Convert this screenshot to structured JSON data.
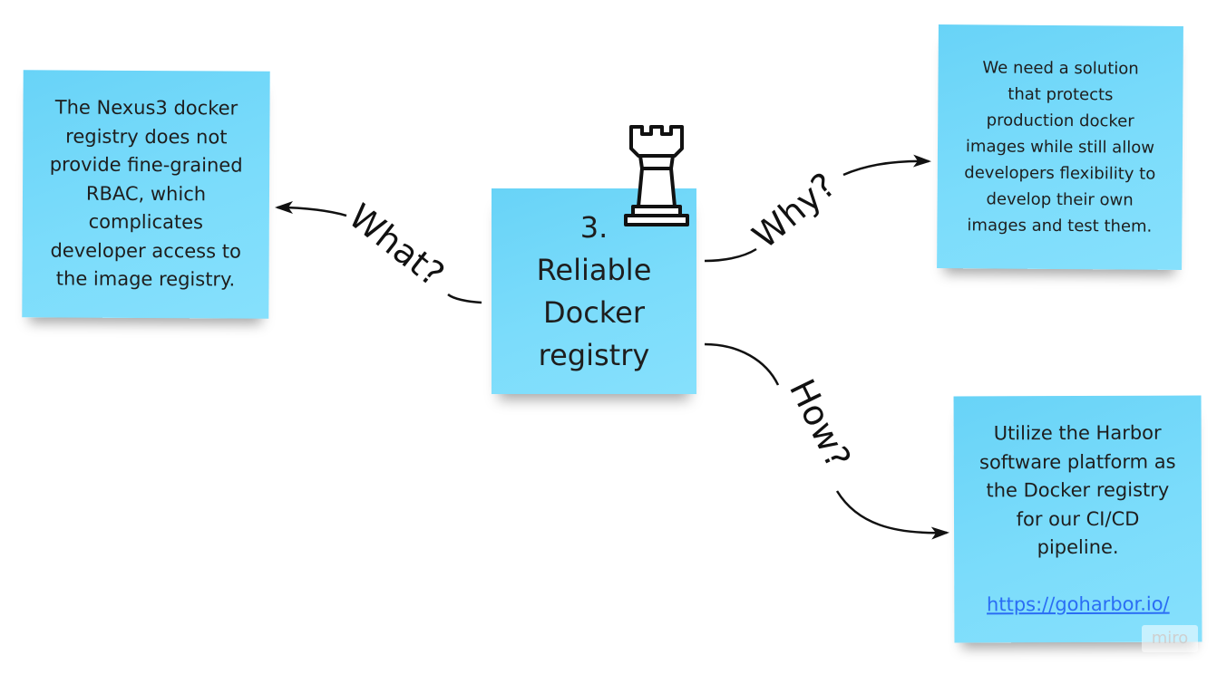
{
  "notes": {
    "left": "The Nexus3 docker\nregistry does not\nprovide fine-grained\nRBAC, which\ncomplicates\ndeveloper access to\nthe image registry.",
    "center": "3.\nReliable\nDocker\nregistry",
    "top_right": "We need a solution\nthat protects\nproduction docker\nimages while still allow\ndevelopers flexibility to\ndevelop their own\nimages and test them.",
    "bottom_right": "Utilize the Harbor\nsoftware platform as\nthe Docker registry\nfor our CI/CD\npipeline.",
    "bottom_right_link": "https://goharbor.io/"
  },
  "edges": {
    "what": "What?",
    "why": "Why?",
    "how": "How?"
  },
  "icons": {
    "center": "chess-rook-icon"
  },
  "watermark": "miro",
  "colors": {
    "sticky": "#74d8fa",
    "link": "#2a6df4",
    "line": "#111111"
  }
}
